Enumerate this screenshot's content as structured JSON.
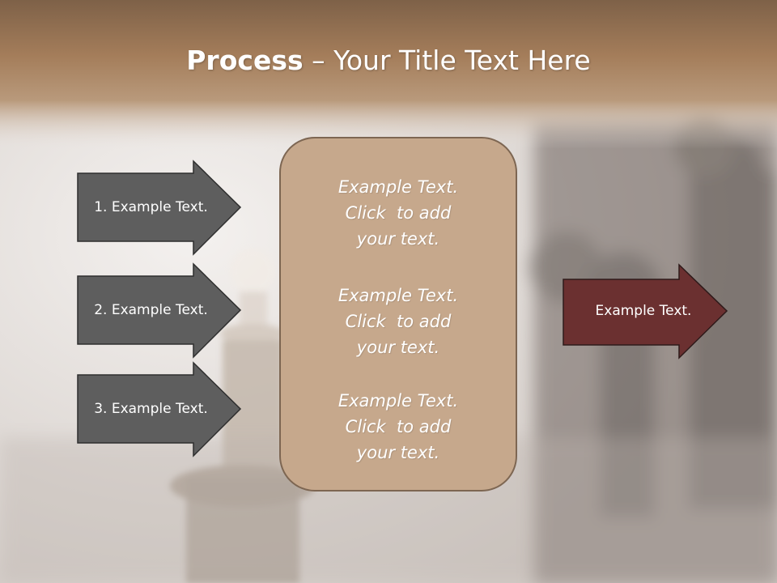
{
  "title": {
    "bold": "Process",
    "rest": " – Your Title Text Here"
  },
  "left_arrows": [
    {
      "label": "1. Example Text."
    },
    {
      "label": "2. Example Text."
    },
    {
      "label": "3. Example Text."
    }
  ],
  "center_box": {
    "paragraphs": [
      {
        "lines": [
          "Example Text.",
          "Click  to add",
          "your text."
        ]
      },
      {
        "lines": [
          "Example Text.",
          "Click  to add",
          "your text."
        ]
      },
      {
        "lines": [
          "Example Text.",
          "Click  to add",
          "your text."
        ]
      }
    ]
  },
  "right_arrow": {
    "label": "Example Text."
  },
  "colors": {
    "header_brown": "#a47d5a",
    "left_arrow_fill": "#5e5e5e",
    "center_box_fill": "#c6a88c",
    "right_arrow_fill": "#6b3030"
  }
}
